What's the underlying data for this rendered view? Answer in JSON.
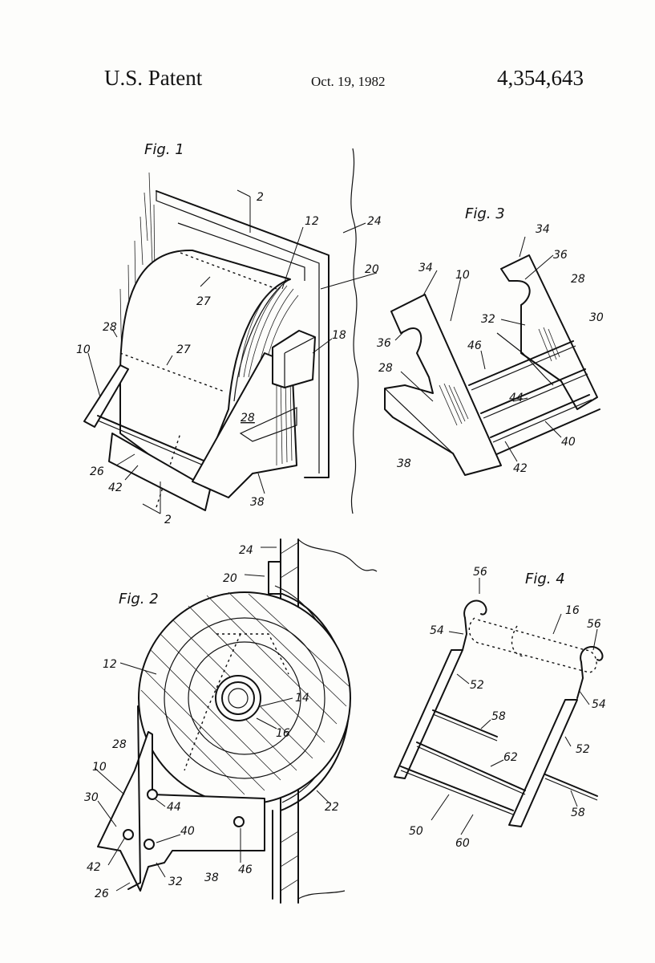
{
  "header": {
    "left": "U.S. Patent",
    "date": "Oct. 19, 1982",
    "number": "4,354,643"
  },
  "figures": {
    "fig1": {
      "title": "Fig. 1",
      "labels": {
        "l2a": "2",
        "l2b": "2",
        "l12": "12",
        "l24": "24",
        "l20": "20",
        "l27a": "27",
        "l27b": "27",
        "l28a": "28",
        "l28b": "28",
        "l10": "10",
        "l18": "18",
        "l26": "26",
        "l42": "42",
        "l38": "38"
      }
    },
    "fig2": {
      "title": "Fig. 2",
      "labels": {
        "l24": "24",
        "l20": "20",
        "l12": "12",
        "l14": "14",
        "l16": "16",
        "l28": "28",
        "l10": "10",
        "l30": "30",
        "l44": "44",
        "l40": "40",
        "l22": "22",
        "l42": "42",
        "l46": "46",
        "l38": "38",
        "l32": "32",
        "l26": "26"
      }
    },
    "fig3": {
      "title": "Fig. 3",
      "labels": {
        "l34a": "34",
        "l34b": "34",
        "l36a": "36",
        "l36b": "36",
        "l10": "10",
        "l28a": "28",
        "l28b": "28",
        "l30": "30",
        "l32": "32",
        "l46": "46",
        "l44": "44",
        "l40": "40",
        "l42": "42",
        "l38": "38"
      }
    },
    "fig4": {
      "title": "Fig. 4",
      "labels": {
        "l56a": "56",
        "l56b": "56",
        "l16": "16",
        "l54a": "54",
        "l54b": "54",
        "l52a": "52",
        "l52b": "52",
        "l58a": "58",
        "l58b": "58",
        "l62": "62",
        "l50": "50",
        "l60": "60"
      }
    }
  }
}
